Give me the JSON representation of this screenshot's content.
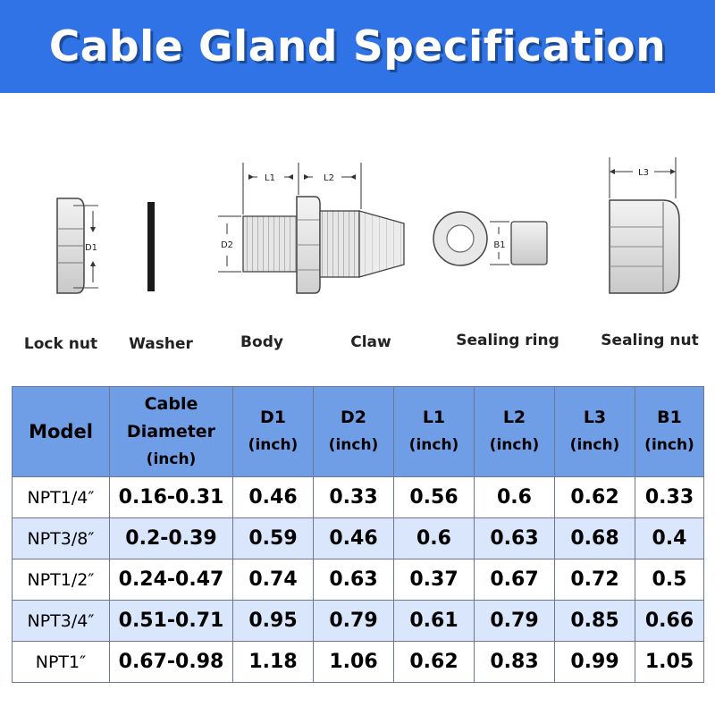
{
  "title": "Cable Gland Specification",
  "diagram": {
    "dimension_labels": {
      "d1": "D1",
      "d2": "D2",
      "l1": "L1",
      "l2": "L2",
      "l3": "L3",
      "b1": "B1"
    },
    "parts": [
      "Lock nut",
      "Washer",
      "Body",
      "Claw",
      "Sealing ring",
      "Sealing nut"
    ]
  },
  "table": {
    "header": {
      "model": "Model",
      "cable_diameter": "Cable Diameter",
      "d1": "D1",
      "d2": "D2",
      "l1": "L1",
      "l2": "L2",
      "l3": "L3",
      "b1": "B1",
      "unit": "(inch)"
    },
    "rows": [
      [
        "NPT1/4″",
        "0.16-0.31",
        "0.46",
        "0.33",
        "0.56",
        "0.6",
        "0.62",
        "0.33"
      ],
      [
        "NPT3/8″",
        "0.2-0.39",
        "0.59",
        "0.46",
        "0.6",
        "0.63",
        "0.68",
        "0.4"
      ],
      [
        "NPT1/2″",
        "0.24-0.47",
        "0.74",
        "0.63",
        "0.37",
        "0.67",
        "0.72",
        "0.5"
      ],
      [
        "NPT3/4″",
        "0.51-0.71",
        "0.95",
        "0.79",
        "0.61",
        "0.79",
        "0.85",
        "0.66"
      ],
      [
        "NPT1″",
        "0.67-0.98",
        "1.18",
        "1.06",
        "0.62",
        "0.83",
        "0.99",
        "1.05"
      ]
    ]
  },
  "colors": {
    "banner": "#2f73e6",
    "header_fill": "#6f9ee6",
    "row_alt_fill": "#d9e6fb"
  }
}
